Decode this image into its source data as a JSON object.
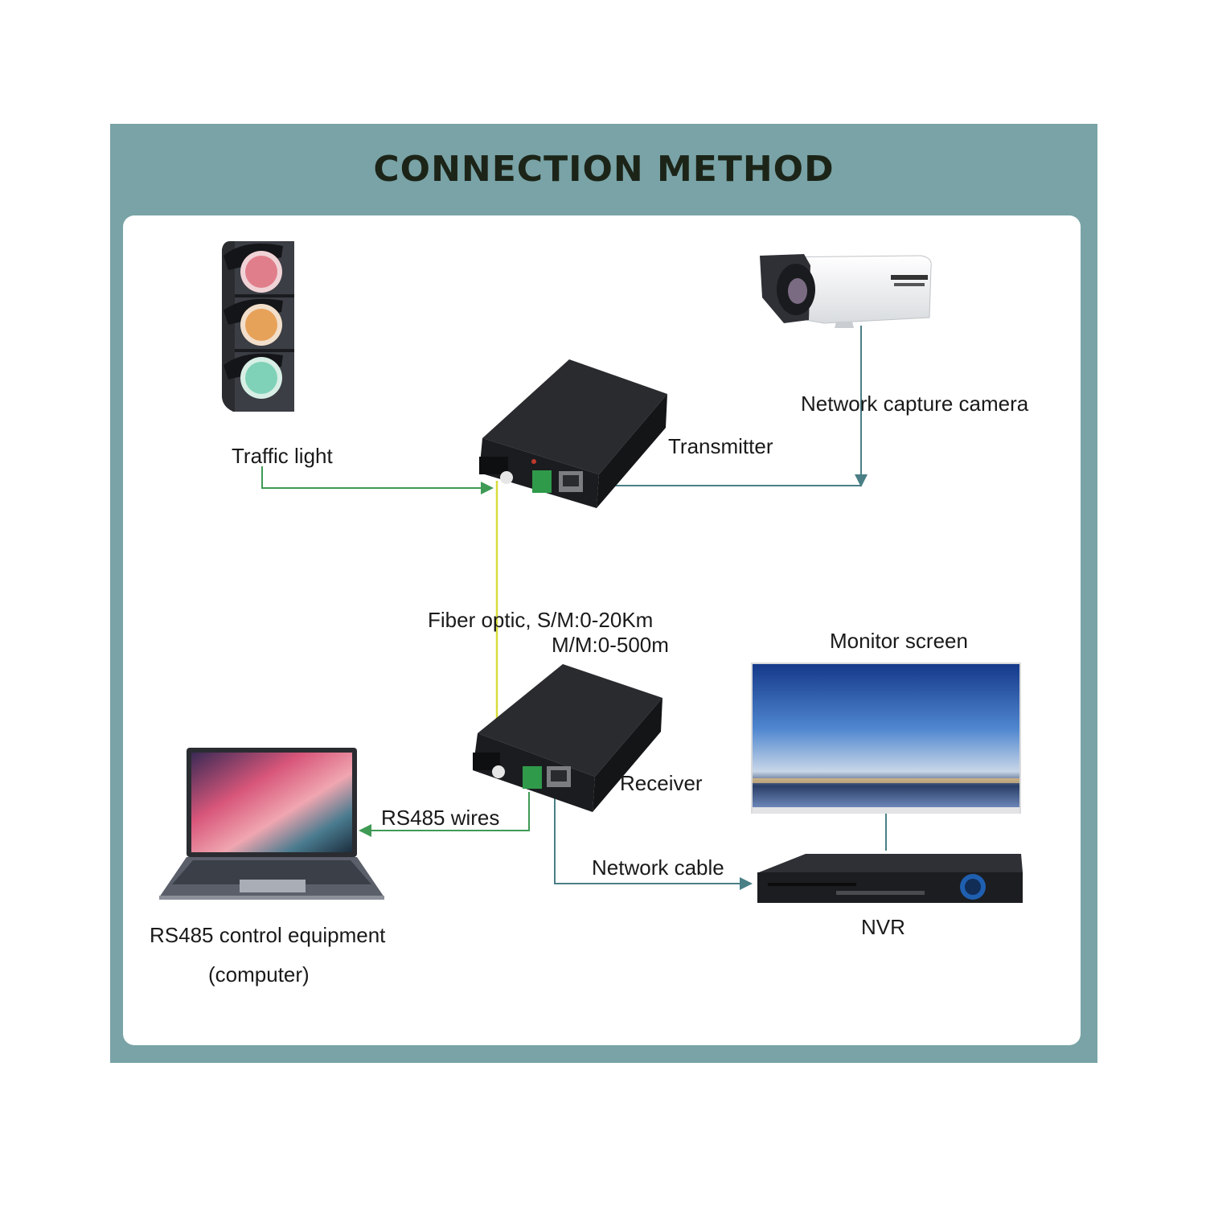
{
  "title": "CONNECTION METHOD",
  "labels": {
    "traffic_light": "Traffic light",
    "transmitter": "Transmitter",
    "camera": "Network capture camera",
    "fiber_line1": "Fiber optic, S/M:0-20Km",
    "fiber_line2": "M/M:0-500m",
    "monitor": "Monitor screen",
    "receiver": "Receiver",
    "rs485_wires": "RS485 wires",
    "network_cable": "Network cable",
    "rs485_equipment_line1": "RS485 control equipment",
    "rs485_equipment_line2": "(computer)",
    "nvr": "NVR"
  },
  "colors": {
    "frame": "#79a3a6",
    "panel": "#ffffff",
    "green_wire": "#3f9a55",
    "fiber": "#d8dd3a",
    "network_wire": "#4a7f86",
    "device_body": "#1e1f22"
  },
  "icons": [
    "traffic-light-icon",
    "camera-icon",
    "transmitter-icon",
    "receiver-icon",
    "monitor-icon",
    "laptop-icon",
    "nvr-icon"
  ]
}
